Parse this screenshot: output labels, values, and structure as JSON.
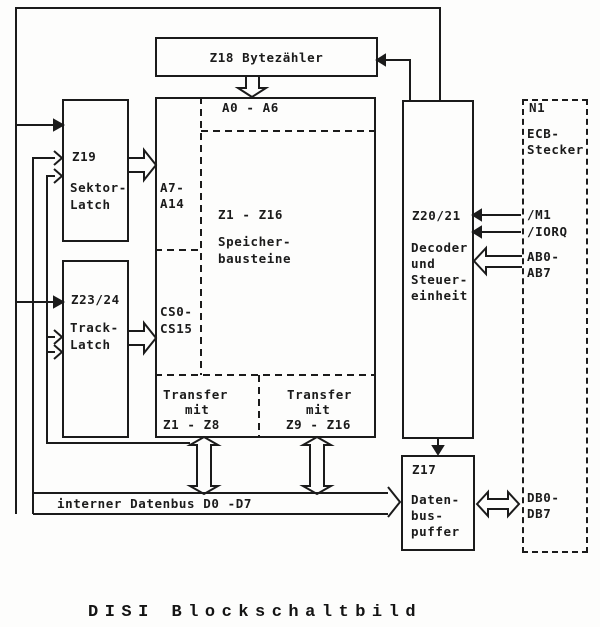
{
  "caption": "DISI Blockschaltbild",
  "blocks": {
    "z18": {
      "label": "Z18 Bytezähler"
    },
    "z19": {
      "id": "Z19",
      "line1": "Sektor-",
      "line2": "Latch"
    },
    "z2324": {
      "id": "Z23/24",
      "line1": "Track-",
      "line2": "Latch"
    },
    "memory": {
      "a_low": "A0 - A6",
      "a_high_1": "A7-",
      "a_high_2": "A14",
      "chips": "Z1 - Z16",
      "chips_name_1": "Speicher-",
      "chips_name_2": "bausteine",
      "cs_1": "CS0-",
      "cs_2": "CS15"
    },
    "transfer_left": {
      "line1": "Transfer",
      "line2": "mit",
      "line3": "Z1 - Z8"
    },
    "transfer_right": {
      "line1": "Transfer",
      "line2": "mit",
      "line3": "Z9 - Z16"
    },
    "z2021": {
      "id": "Z20/21",
      "line1": "Decoder",
      "line2": "und",
      "line3": "Steuer-",
      "line4": "einheit"
    },
    "z17": {
      "id": "Z17",
      "line1": "Daten-",
      "line2": "bus-",
      "line3": "puffer"
    },
    "n1": {
      "id": "N1",
      "line1": "ECB-",
      "line2": "Stecker"
    }
  },
  "signals": {
    "m1": "/M1",
    "iorq": "/IORQ",
    "ab_1": "AB0-",
    "ab_2": "AB7",
    "db_1": "DB0-",
    "db_2": "DB7",
    "internal_bus": "interner Datenbus D0 -D7"
  },
  "colors": {
    "line": "#1b1b1b",
    "background": "#fdfdfc"
  }
}
